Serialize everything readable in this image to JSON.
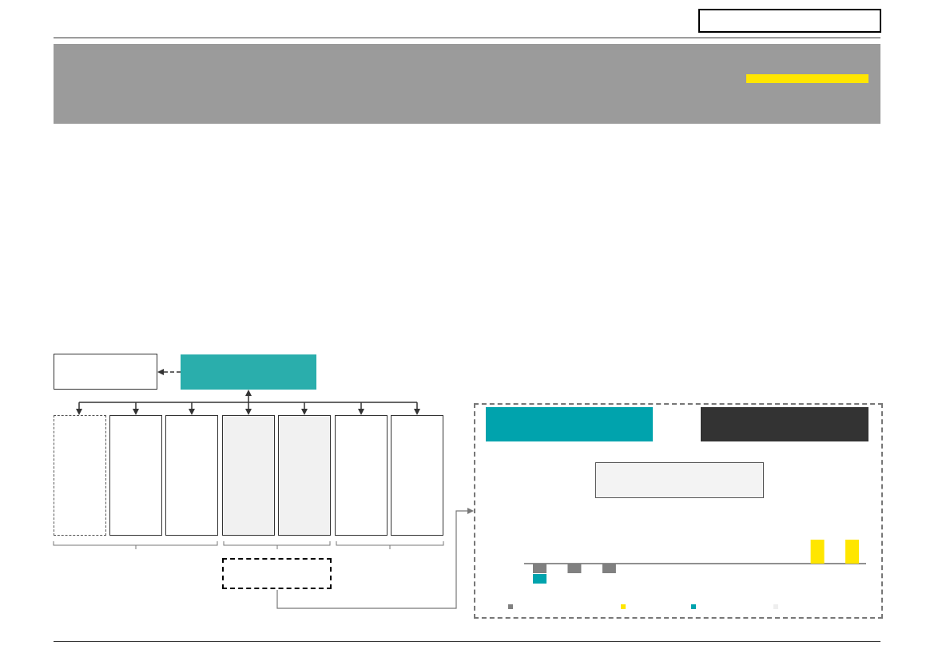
{
  "colors": {
    "teal": "#2aaeac",
    "teal_dark": "#00a3ad",
    "yellow": "#ffe600",
    "gray": "#808080",
    "dark": "#333333",
    "light_gray": "#f1f1f1",
    "banner_gray": "#9b9b9b"
  },
  "header": {
    "tag": "",
    "banner_title": ""
  },
  "diagram": {
    "side_box_label": "",
    "hub_label": "",
    "bottom_box_label": "",
    "columns": [
      {
        "label": "",
        "style": "ghost"
      },
      {
        "label": "",
        "style": "normal"
      },
      {
        "label": "",
        "style": "normal"
      },
      {
        "label": "",
        "style": "shaded"
      },
      {
        "label": "",
        "style": "shaded"
      },
      {
        "label": "",
        "style": "normal"
      },
      {
        "label": "",
        "style": "normal"
      }
    ],
    "brace_labels": [
      "",
      "",
      ""
    ]
  },
  "panel": {
    "left_header": "",
    "right_header": "",
    "result_label": "",
    "legend": [
      {
        "label": "",
        "color": "#808080"
      },
      {
        "label": "",
        "color": "#ffe600"
      },
      {
        "label": "",
        "color": "#00a3ad"
      },
      {
        "label": "",
        "color": "#eeeeee"
      }
    ]
  },
  "chart_data": {
    "type": "bar",
    "categories": [
      "",
      "",
      "",
      "",
      "",
      "",
      "",
      "",
      "",
      ""
    ],
    "series": [
      {
        "values": [
          -1,
          -1,
          -1,
          0,
          0,
          0,
          0,
          0,
          2.5,
          2.5
        ],
        "color": "#808080"
      },
      {
        "values": [
          -1,
          0,
          0,
          0,
          0,
          0,
          0,
          0,
          0,
          0
        ],
        "color": "#00a3ad"
      }
    ],
    "stacked": true,
    "highlight_color": "#ffe600",
    "highlight_indices": [
      8,
      9
    ],
    "ylim": [
      -2,
      2.5
    ],
    "grid": false
  }
}
